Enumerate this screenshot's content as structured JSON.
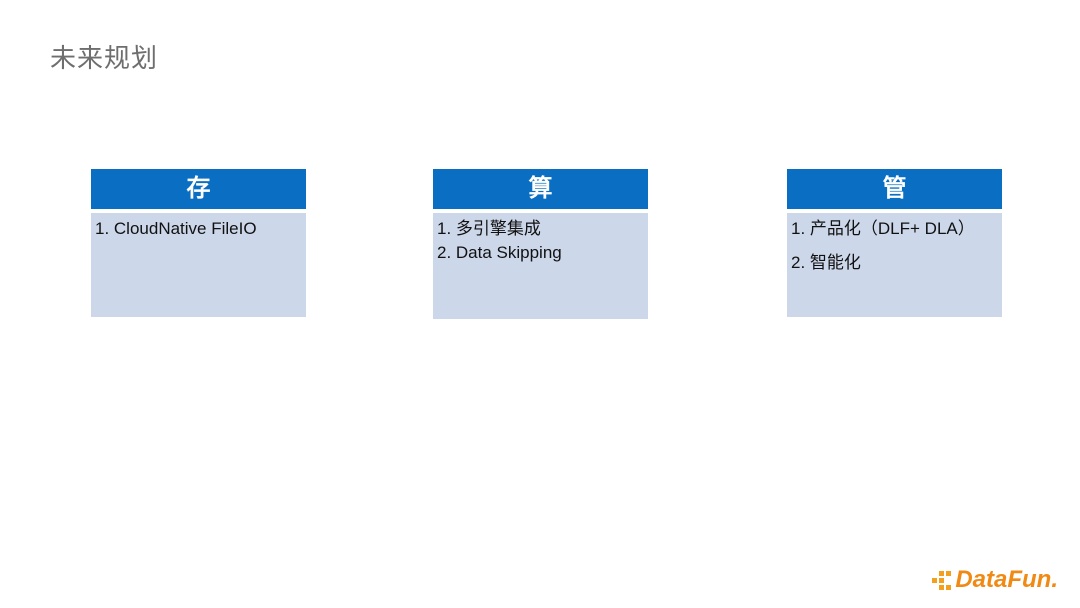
{
  "slide": {
    "title": "未来规划"
  },
  "cards": [
    {
      "heading": "存",
      "items": [
        "1. CloudNative FileIO"
      ]
    },
    {
      "heading": "算",
      "items": [
        "1. 多引擎集成",
        "2. Data Skipping"
      ]
    },
    {
      "heading": "管",
      "items": [
        "1. 产品化（DLF+ DLA）",
        "2. 智能化"
      ]
    }
  ],
  "logo": {
    "text": "DataFun.",
    "color": "#f08a14"
  },
  "colors": {
    "header": "#0a6fc2",
    "body": "#cdd7ea",
    "title": "#6e6e6e"
  }
}
